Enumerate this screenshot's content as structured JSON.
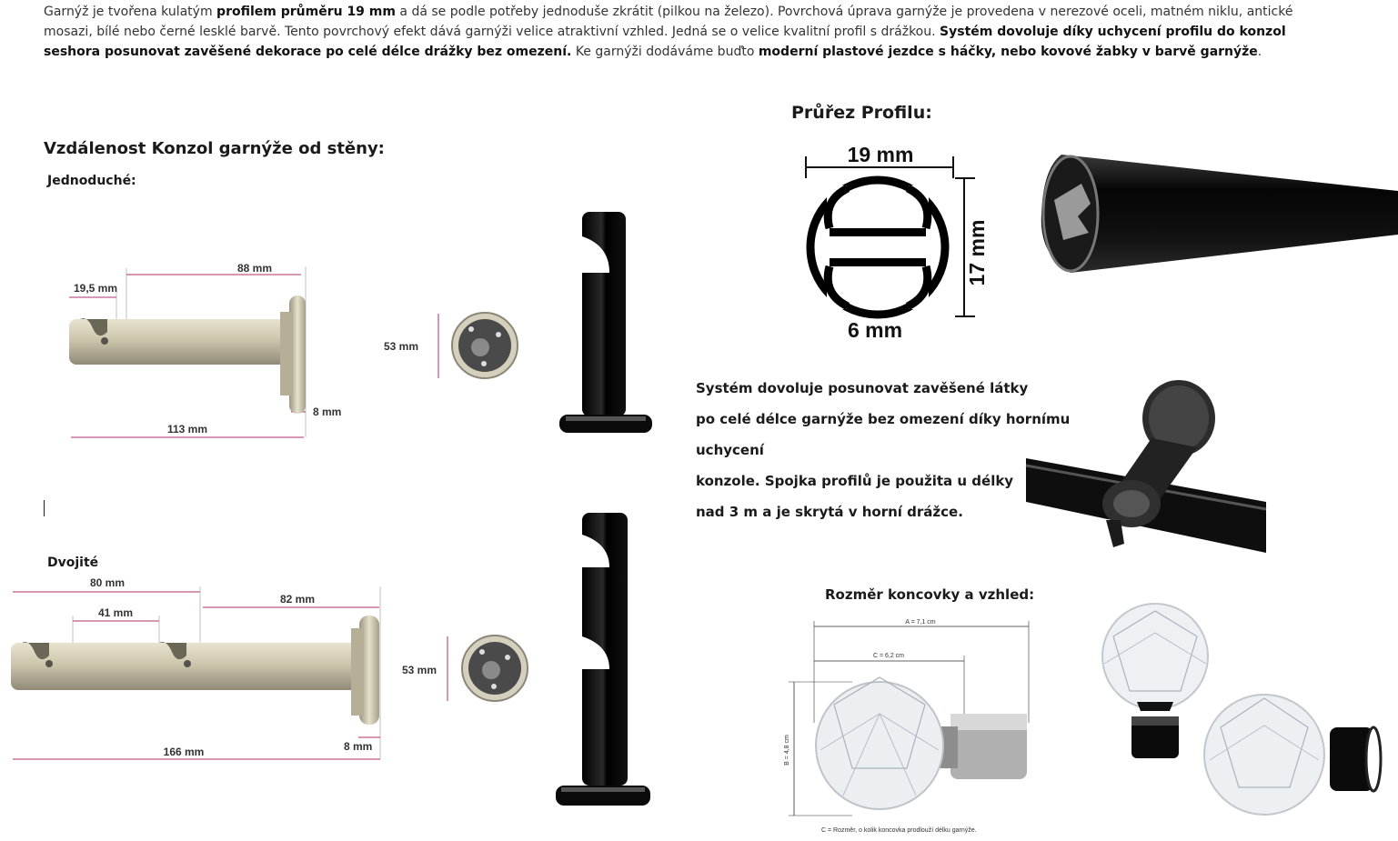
{
  "intro": {
    "p1": "Garnýž je tvořena kulatým ",
    "b1": "profilem průměru 19 mm",
    "p2": " a dá se podle potřeby jednoduše zkrátit (pilkou na železo). Povrchová úprava garnýže je provedena v nerezové oceli, matném niklu, antické mosazi, bílé nebo černé lesklé barvě. Tento povrchový efekt dává garnýži velice atraktivní vzhled. Jedná se o velice kvalitní profil s drážkou. ",
    "b2": "Systém dovoluje díky uchycení profilu do konzol seshora posunovat zavěšené dekorace po celé délce drážky bez omezení.",
    "p3": " Ke garnýži dodáváme buďto ",
    "b3": "moderní plastové jezdce s háčky, nebo kovové žabky v barvě garnýže",
    "p4": "."
  },
  "distance_heading": "Vzdálenost Konzol garnýže od stěny:",
  "single": {
    "label": "Jednoduché:",
    "dim_19_5": "19,5 mm",
    "dim_88": "88 mm",
    "dim_113": "113 mm",
    "dim_8": "8 mm",
    "dim_53": "53 mm"
  },
  "double": {
    "label": "Dvojité",
    "dim_80": "80 mm",
    "dim_41": "41 mm",
    "dim_82": "82 mm",
    "dim_166": "166 mm",
    "dim_8": "8 mm",
    "dim_53": "53 mm"
  },
  "profile": {
    "heading": "Průřez Profilu:",
    "width": "19 mm",
    "height": "17 mm",
    "slot": "6 mm"
  },
  "system_text": {
    "l1": "Systém dovoluje posunovat zavěšené látky",
    "l2": "po celé délce garnýže bez omezení díky hornímu uchycení",
    "l3": "konzole. Spojka profilů je použita u délky",
    "l4": " nad 3 m a je skrytá v horní drážce."
  },
  "finial": {
    "heading": "Rozměr koncovky a vzhled:",
    "dim_a": "A = 7,1 cm",
    "dim_c": "C = 6,2 cm",
    "dim_b": "B = 4,8 cm",
    "caption": "C = Rozměr, o kolik koncovka prodlouží délku garnýže."
  },
  "colors": {
    "dimension_line": "#b0306a",
    "nickel": "#c9c2aa",
    "black": "#0c0c0c"
  }
}
